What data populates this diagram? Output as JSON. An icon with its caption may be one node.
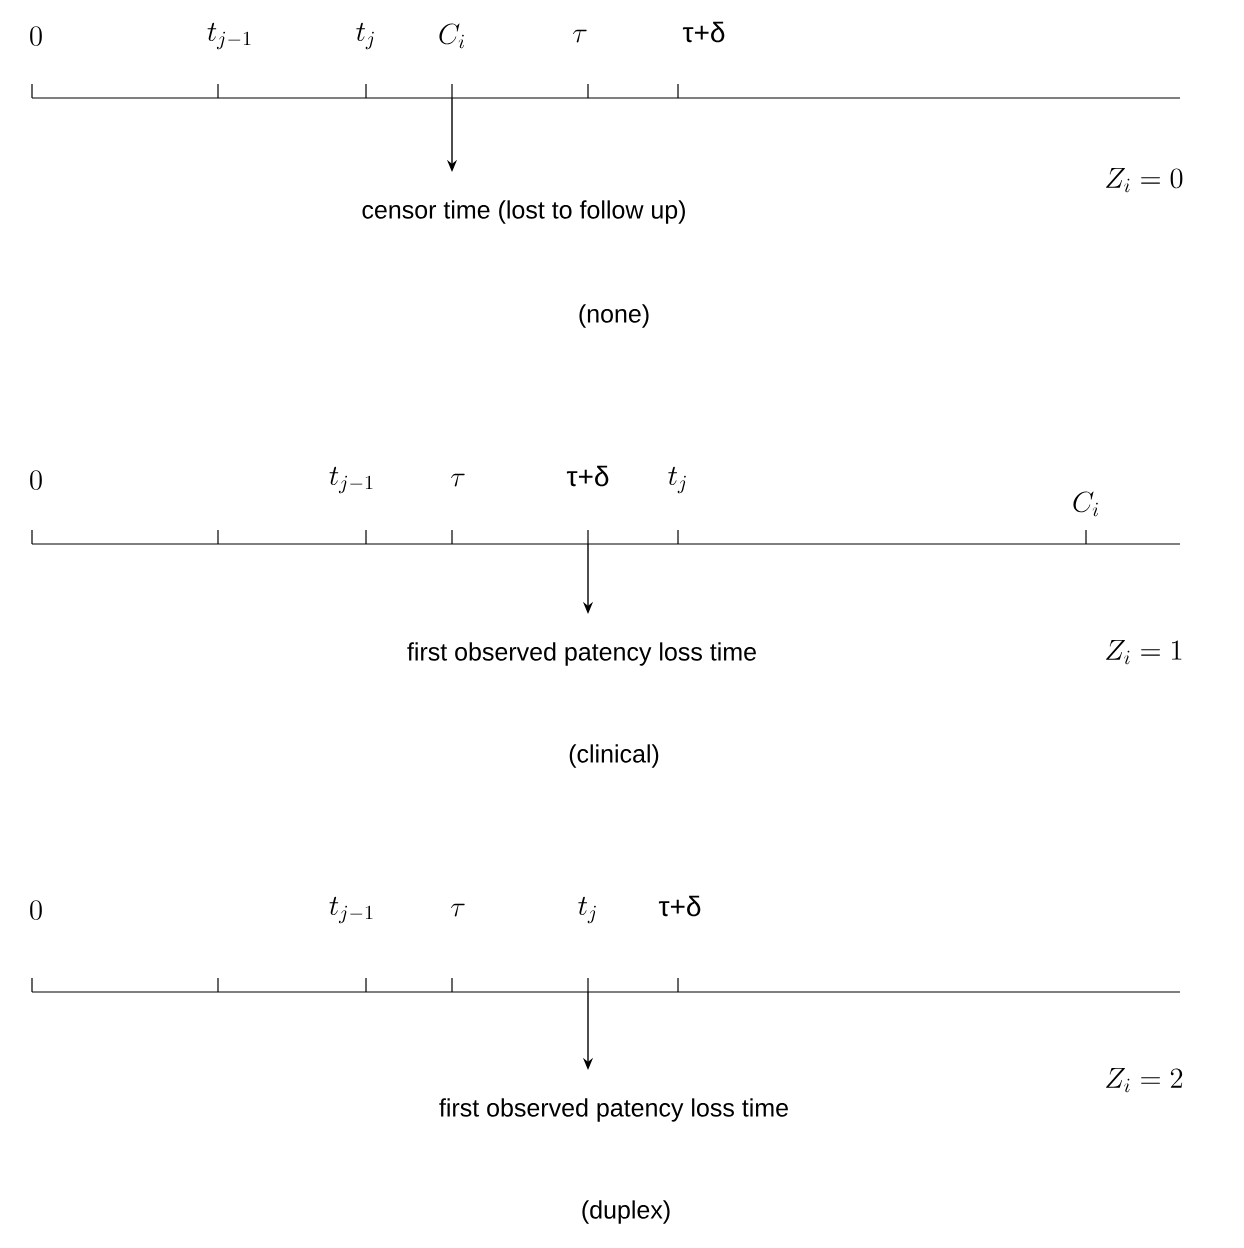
{
  "diagram": {
    "nodes": [
      {
        "text": [
          "censor time (lost to follow up)"
        ],
        "beside": [
          "(none)"
        ]
      },
      {
        "text": [
          "first observed patency loss time"
        ],
        "beside": [
          "(clinical)"
        ]
      },
      {
        "text": [
          "first observed patency loss time"
        ],
        "beside": [
          "(duplex)"
        ]
      }
    ],
    "edges": [
      {
        "from": null,
        "to": 0,
        "arrow": "to"
      },
      {
        "from": null,
        "to": 1,
        "arrow": "to"
      },
      {
        "from": null,
        "to": 2,
        "arrow": "to"
      }
    ],
    "labels": [
      "0",
      "t_{j-1}",
      "t_j",
      "C_i",
      "\\tau",
      "τ+δ",
      "Z_i = 0",
      "0",
      "t_{j-1}",
      "\\tau",
      "τ+δ",
      "t_j",
      "C_i",
      "Z_i = 1",
      "0",
      "t_{j-1}",
      "\\tau",
      "t_j",
      "τ+δ",
      "Z_i = 2"
    ]
  }
}
